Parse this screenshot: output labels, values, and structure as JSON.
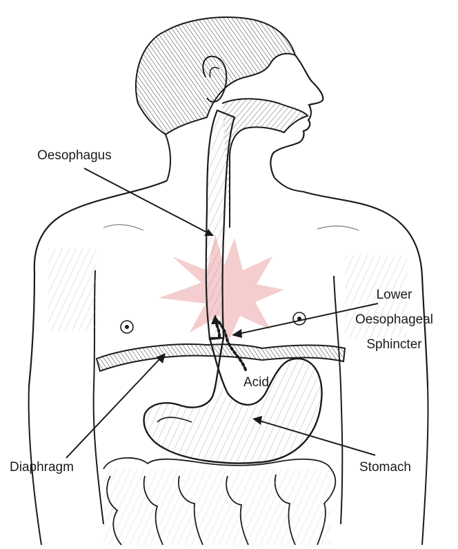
{
  "labels": {
    "oesophagus": "Oesophagus",
    "les_line1": "Lower",
    "les_line2": "Oesophageal",
    "les_line3": "Sphincter",
    "acid": "Acid",
    "diaphragm": "Diaphragm",
    "stomach": "Stomach"
  },
  "colors": {
    "line": "#1a1a1a",
    "burst": "#f2c4c6",
    "organ_fill": "#dcdcdc",
    "hatch": "#555555"
  }
}
